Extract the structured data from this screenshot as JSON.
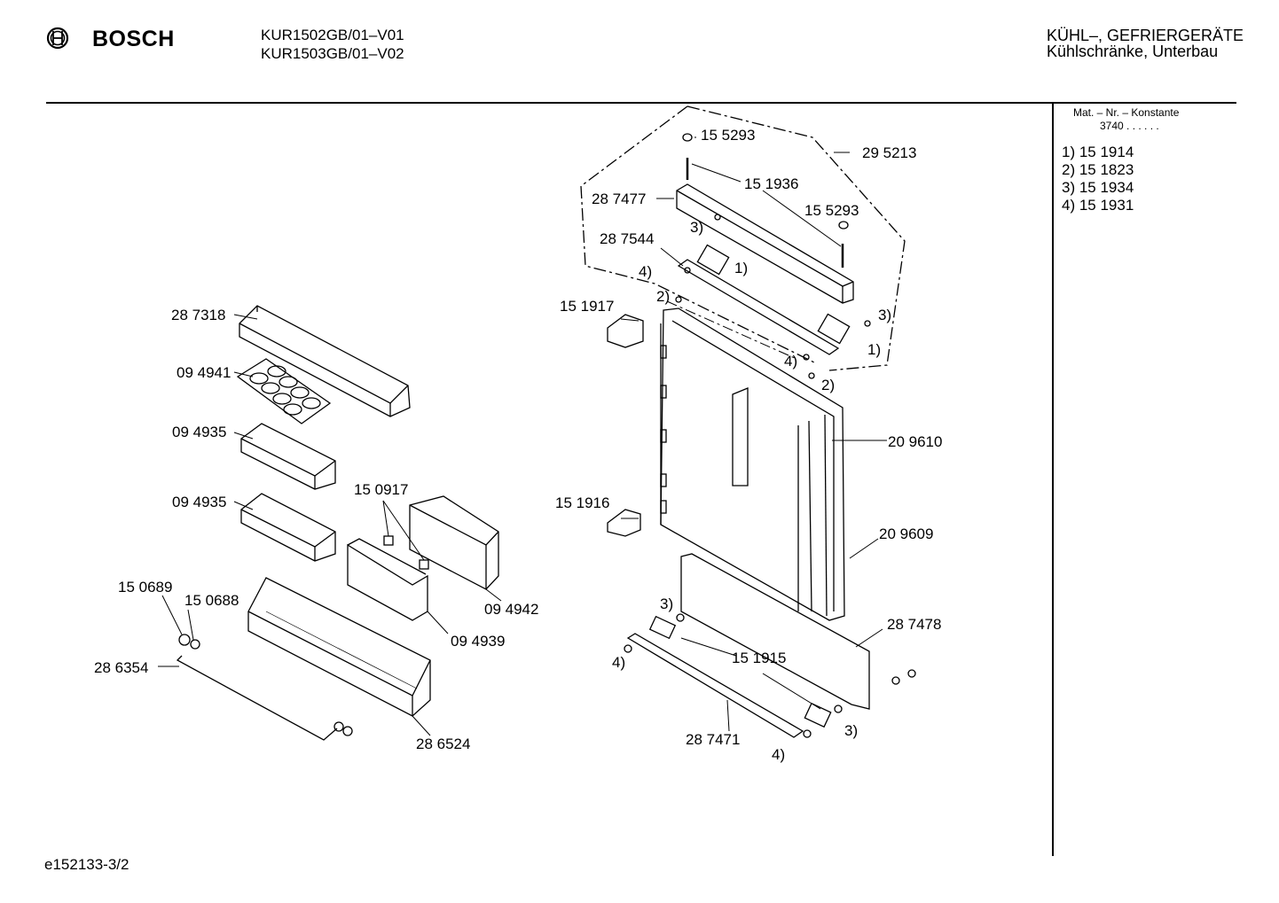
{
  "header": {
    "brand": "BOSCH",
    "models": [
      "KUR1502GB/01–V01",
      "KUR1503GB/01–V02"
    ],
    "category": "KÜHL–, GEFRIERGERÄTE",
    "subcategory": "Kühlschränke, Unterbau"
  },
  "sidebar": {
    "mat_title": "Mat. – Nr. – Konstante",
    "mat_value": "3740 . . . . . .",
    "notes": [
      "1)  15 1914",
      "2)  15 1823",
      "3)  15 1934",
      "4)  15 1931"
    ]
  },
  "parts": {
    "p287318": "28 7318",
    "p094941": "09 4941",
    "p094935a": "09 4935",
    "p094935b": "09 4935",
    "p150917": "15 0917",
    "p094942": "09 4942",
    "p094939": "09 4939",
    "p150689": "15 0689",
    "p150688": "15 0688",
    "p286354": "28 6354",
    "p286524": "28 6524",
    "p155293a": "15 5293",
    "p295213": "29 5213",
    "p151936": "15 1936",
    "p287477": "28 7477",
    "p155293b": "15 5293",
    "p287544": "28 7544",
    "p151917": "15 1917",
    "p209610": "20 9610",
    "p151916": "15 1916",
    "p209609": "20 9609",
    "p287478": "28 7478",
    "p151915": "15 1915",
    "p287471": "28 7471"
  },
  "refs": {
    "r3a": "3)",
    "r1a": "1)",
    "r4a": "4)",
    "r2a": "2)",
    "r3b": "3)",
    "r1b": "1)",
    "r4b": "4)",
    "r2b": "2)",
    "r3c": "3)",
    "r4c": "4)",
    "r3d": "3)",
    "r4d": "4)"
  },
  "footer": {
    "code": "e152133-3/2"
  }
}
